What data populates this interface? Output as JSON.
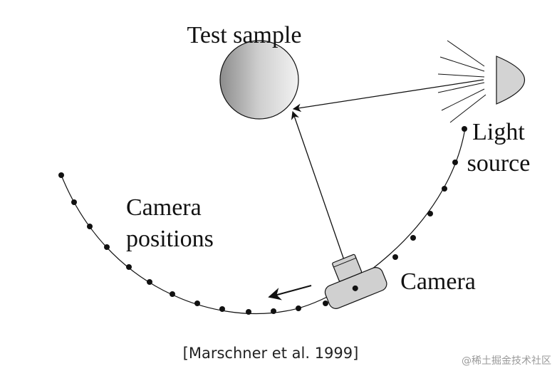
{
  "labels": {
    "test_sample": "Test sample",
    "light_line1": "Light",
    "light_line2": "source",
    "camera_pos_line1": "Camera",
    "camera_pos_line2": "positions",
    "camera": "Camera",
    "citation": "[Marschner et al. 1999]",
    "watermark": "@稀土掘金技术社区"
  },
  "colors": {
    "line": "#111111",
    "sample_light": "#f2f2f2",
    "sample_dark": "#8c8c8c",
    "lamp": "#d3d3d3",
    "camera_body": "#d0d0d0"
  },
  "icons": {
    "sample": "gradient-sphere",
    "light": "lamp-icon",
    "camera": "camera-icon"
  }
}
